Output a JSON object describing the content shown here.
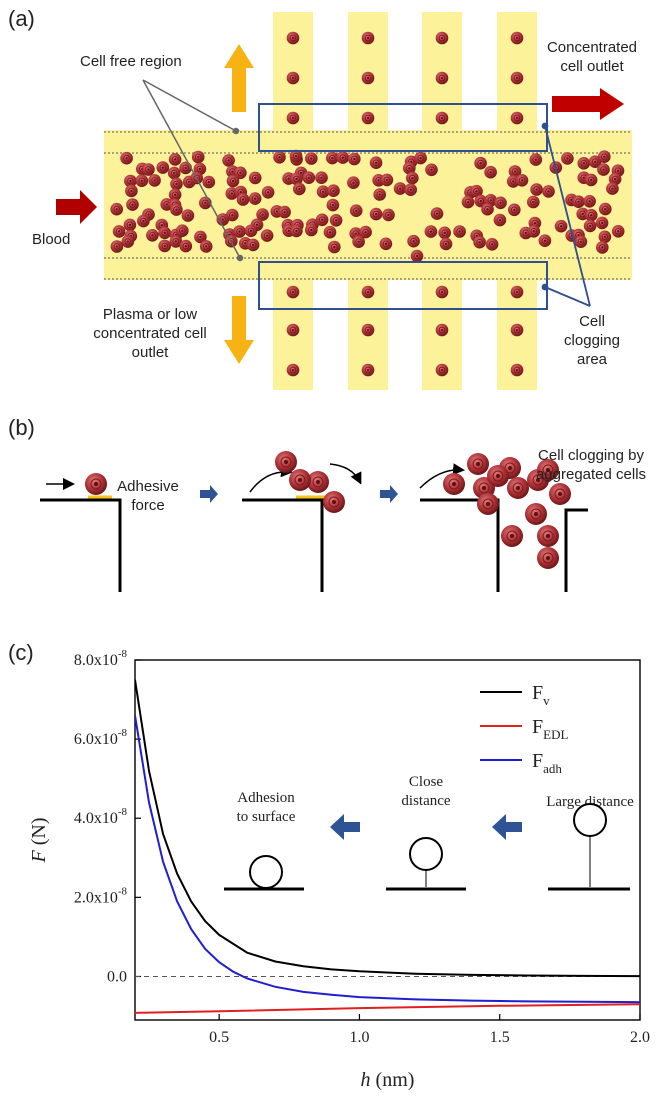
{
  "panel_a": {
    "label": "(a)",
    "cell_free_region": "Cell free region",
    "concentrated_outlet": [
      "Concentrated",
      "cell outlet"
    ],
    "blood": "Blood",
    "plasma_outlet": [
      "Plasma or low",
      "concentrated cell",
      "outlet"
    ],
    "clogging_area": [
      "Cell",
      "clogging",
      "area"
    ],
    "colors": {
      "channel": "#fbf29a",
      "cell": "#b2353a",
      "outlet_arrow": "#c00000",
      "inlet_arrow": "#b00000",
      "plasma_arrow": "#f7b314",
      "box": "#2f4f8f"
    }
  },
  "panel_b": {
    "label": "(b)",
    "adhesive_force": [
      "Adhesive",
      "force"
    ],
    "clogging_title": [
      "Cell clogging by",
      "aggregated cells"
    ],
    "colors": {
      "step_arrow": "#2f5496",
      "adhesion_line": "#f5c518"
    }
  },
  "panel_c": {
    "label": "(c)",
    "inset": {
      "adhesion": [
        "Adhesion",
        "to surface"
      ],
      "close": [
        "Close",
        "distance"
      ],
      "large": "Large distance"
    }
  },
  "chart_data": {
    "type": "line",
    "xlabel": "h (nm)",
    "ylabel": "F (N)",
    "xlim": [
      0.2,
      2.0
    ],
    "ylim": [
      -1.1e-08,
      8e-08
    ],
    "x_ticks": [
      "0.5",
      "1.0",
      "1.5",
      "2.0"
    ],
    "x_tick_values": [
      0.5,
      1.0,
      1.5,
      2.0
    ],
    "y_ticks": [
      {
        "value": 8e-08,
        "mantissa": "8.0x10",
        "exp": "-8"
      },
      {
        "value": 6e-08,
        "mantissa": "6.0x10",
        "exp": "-8"
      },
      {
        "value": 4e-08,
        "mantissa": "4.0x10",
        "exp": "-8"
      },
      {
        "value": 2e-08,
        "mantissa": "2.0x10",
        "exp": "-8"
      },
      {
        "value": 0.0,
        "mantissa": "0.0",
        "exp": ""
      }
    ],
    "zero_line": "dashed",
    "legend_position": "top-right",
    "series": [
      {
        "name": "F",
        "sub": "v",
        "color": "#000000",
        "x": [
          0.2,
          0.25,
          0.3,
          0.35,
          0.4,
          0.45,
          0.5,
          0.6,
          0.7,
          0.8,
          0.9,
          1.0,
          1.2,
          1.4,
          1.6,
          1.8,
          2.0
        ],
        "y": [
          7.5e-08,
          5.2e-08,
          3.6e-08,
          2.6e-08,
          1.9e-08,
          1.4e-08,
          1.05e-08,
          6e-09,
          3.8e-09,
          2.6e-09,
          1.8e-09,
          1.3e-09,
          7e-10,
          4e-10,
          2.5e-10,
          1.5e-10,
          1e-10
        ]
      },
      {
        "name": "F",
        "sub": "EDL",
        "color": "#e02020",
        "x": [
          0.2,
          0.5,
          1.0,
          1.5,
          2.0
        ],
        "y": [
          -9.2e-09,
          -8.8e-09,
          -8e-09,
          -7.4e-09,
          -7e-09
        ]
      },
      {
        "name": "F",
        "sub": "adh",
        "color": "#1f1fcf",
        "x": [
          0.2,
          0.25,
          0.3,
          0.35,
          0.4,
          0.45,
          0.5,
          0.55,
          0.6,
          0.7,
          0.8,
          0.9,
          1.0,
          1.2,
          1.4,
          1.6,
          1.8,
          2.0
        ],
        "y": [
          6.6e-08,
          4.4e-08,
          2.9e-08,
          1.9e-08,
          1.2e-08,
          7e-09,
          3.6e-09,
          1.2e-09,
          -5e-10,
          -2.6e-09,
          -3.9e-09,
          -4.6e-09,
          -5.2e-09,
          -5.8e-09,
          -6.1e-09,
          -6.3e-09,
          -6.4e-09,
          -6.5e-09
        ]
      }
    ]
  }
}
